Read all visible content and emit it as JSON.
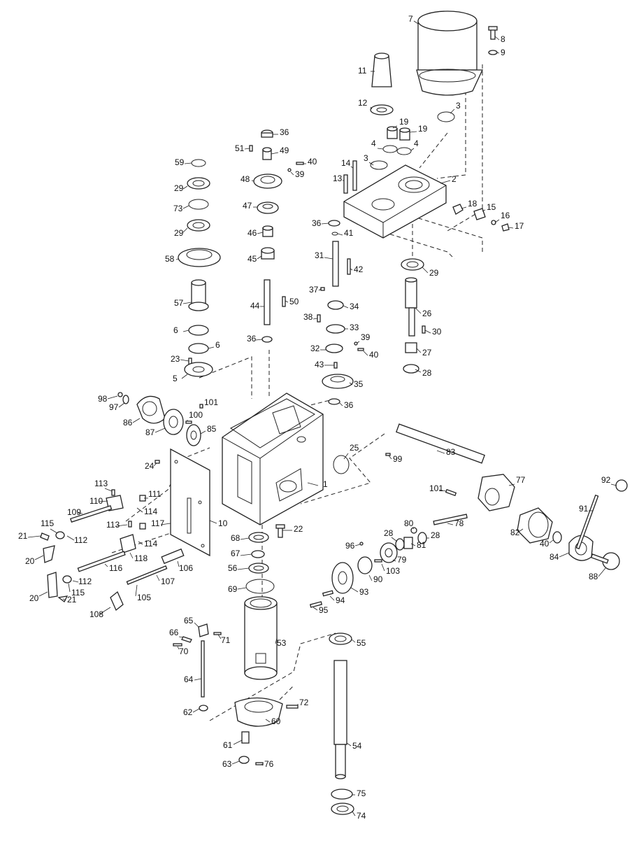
{
  "diagram": {
    "labels": [
      "1",
      "2",
      "3",
      "3",
      "4",
      "4",
      "5",
      "6",
      "6",
      "7",
      "8",
      "9",
      "10",
      "11",
      "12",
      "13",
      "14",
      "15",
      "16",
      "17",
      "18",
      "19",
      "19",
      "20",
      "20",
      "21",
      "21",
      "22",
      "23",
      "24",
      "25",
      "26",
      "27",
      "28",
      "28",
      "28",
      "29",
      "29",
      "29",
      "30",
      "31",
      "32",
      "33",
      "34",
      "35",
      "36",
      "36",
      "36",
      "36",
      "37",
      "38",
      "39",
      "39",
      "40",
      "40",
      "40",
      "41",
      "42",
      "43",
      "44",
      "45",
      "46",
      "47",
      "48",
      "49",
      "50",
      "51",
      "53",
      "54",
      "55",
      "56",
      "57",
      "58",
      "59",
      "60",
      "61",
      "62",
      "63",
      "64",
      "65",
      "66",
      "67",
      "68",
      "69",
      "70",
      "71",
      "72",
      "73",
      "74",
      "75",
      "76",
      "77",
      "78",
      "79",
      "80",
      "81",
      "82",
      "83",
      "84",
      "85",
      "86",
      "87",
      "88",
      "90",
      "91",
      "92",
      "93",
      "94",
      "95",
      "96",
      "97",
      "98",
      "99",
      "100",
      "101",
      "101",
      "103",
      "105",
      "106",
      "107",
      "108",
      "109",
      "110",
      "111",
      "112",
      "112",
      "113",
      "113",
      "114",
      "114",
      "115",
      "115",
      "116",
      "117",
      "118"
    ]
  }
}
